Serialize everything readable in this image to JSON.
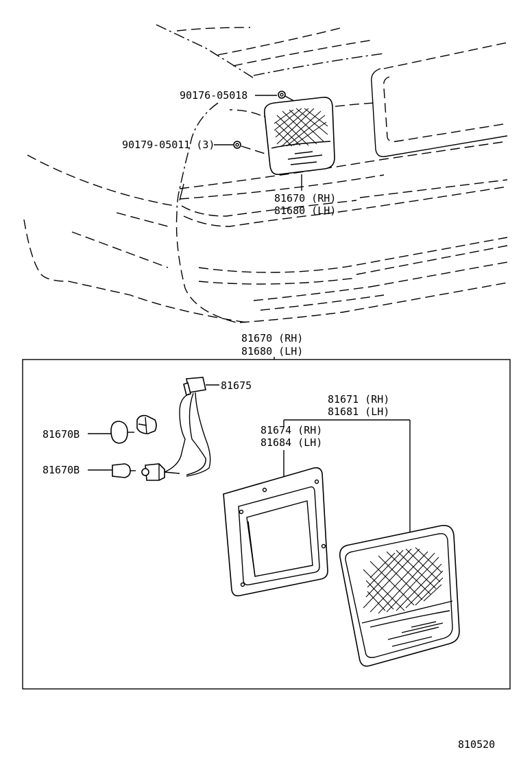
{
  "parts": {
    "nut": "90176-05018",
    "clip": "90179-05011 (3)",
    "lamp_assy_rh": "81670 (RH)",
    "lamp_assy_lh": "81680 (LH)",
    "socket_wire": "81675",
    "bulb": "81670B",
    "lens_rh": "81671 (RH)",
    "lens_lh": "81681 (LH)",
    "gasket_rh": "81674 (RH)",
    "gasket_lh": "81684 (LH)"
  },
  "footer": {
    "ref_number": "810520"
  }
}
